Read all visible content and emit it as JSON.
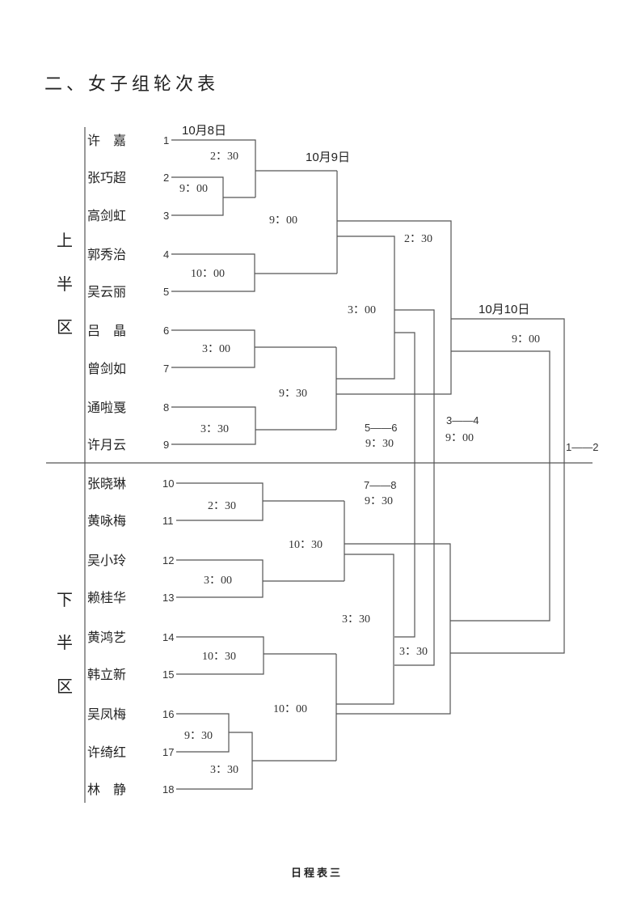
{
  "title": "二、女子组轮次表",
  "footer": "日程表三",
  "sections": {
    "upper": [
      "上",
      "半",
      "区"
    ],
    "lower": [
      "下",
      "半",
      "区"
    ]
  },
  "players": [
    {
      "seed": "1",
      "name": "许　嘉"
    },
    {
      "seed": "2",
      "name": "张巧超"
    },
    {
      "seed": "3",
      "name": "高剑虹"
    },
    {
      "seed": "4",
      "name": "郭秀治"
    },
    {
      "seed": "5",
      "name": "吴云丽"
    },
    {
      "seed": "6",
      "name": "吕　晶"
    },
    {
      "seed": "7",
      "name": "曾剑如"
    },
    {
      "seed": "8",
      "name": "通啦戛"
    },
    {
      "seed": "9",
      "name": "许月云"
    },
    {
      "seed": "10",
      "name": "张晓琳"
    },
    {
      "seed": "11",
      "name": "黄咏梅"
    },
    {
      "seed": "12",
      "name": "吴小玲"
    },
    {
      "seed": "13",
      "name": "赖桂华"
    },
    {
      "seed": "14",
      "name": "黄鸿艺"
    },
    {
      "seed": "15",
      "name": "韩立新"
    },
    {
      "seed": "16",
      "name": "吴凤梅"
    },
    {
      "seed": "17",
      "name": "许绮红"
    },
    {
      "seed": "18",
      "name": "林　静"
    }
  ],
  "dates": {
    "day1": "10月8日",
    "day2": "10月9日",
    "day3": "10月10日"
  },
  "match_times": {
    "m_1_23": "2：30",
    "m_2_3": "9：00",
    "m_4_5": "10：00",
    "m_6_7": "3：00",
    "m_8_9": "3：30",
    "m_upper_q1": "9：00",
    "m_upper_q2": "9：30",
    "m_upper_semi_a": "2：30",
    "m_upper_semi_b": "3：00",
    "m_10_11": "2：30",
    "m_12_13": "3：00",
    "m_14_15": "10：30",
    "m_16_17": "9：30",
    "m_1617_18": "3：30",
    "m_lower_q1": "10：30",
    "m_lower_q2": "10：00",
    "m_lower_semi_b": "3：30",
    "m_lower_semi_a": "3：30",
    "m_final_day3": "9：00"
  },
  "placement": {
    "p56_label": "5——6",
    "p56_time": "9：30",
    "p78_label": "7——8",
    "p78_time": "9：30",
    "p34_label": "3——4",
    "p34_time": "9：00",
    "p12_label": "1——2"
  }
}
